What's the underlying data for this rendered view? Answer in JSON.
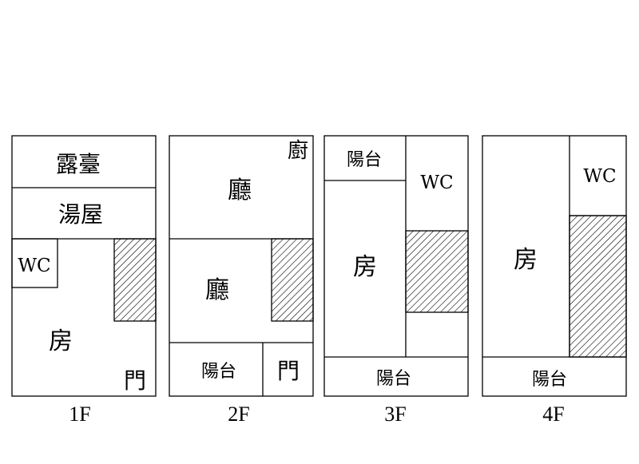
{
  "floors": {
    "f1": {
      "label": "1F",
      "rooms": {
        "terrace": "露臺",
        "bath_house": "湯屋",
        "wc": "WC",
        "room": "房",
        "door": "門"
      }
    },
    "f2": {
      "label": "2F",
      "rooms": {
        "kitchen": "廚",
        "hall_upper": "廳",
        "hall_lower": "廳",
        "balcony": "陽台",
        "door": "門"
      }
    },
    "f3": {
      "label": "3F",
      "rooms": {
        "balcony_top": "陽台",
        "wc": "WC",
        "room": "房",
        "balcony_bottom": "陽台"
      }
    },
    "f4": {
      "label": "4F",
      "rooms": {
        "wc": "WC",
        "room": "房",
        "balcony": "陽台"
      }
    }
  },
  "colors": {
    "line": "#000000",
    "background": "#ffffff",
    "hatch": "#000000"
  }
}
